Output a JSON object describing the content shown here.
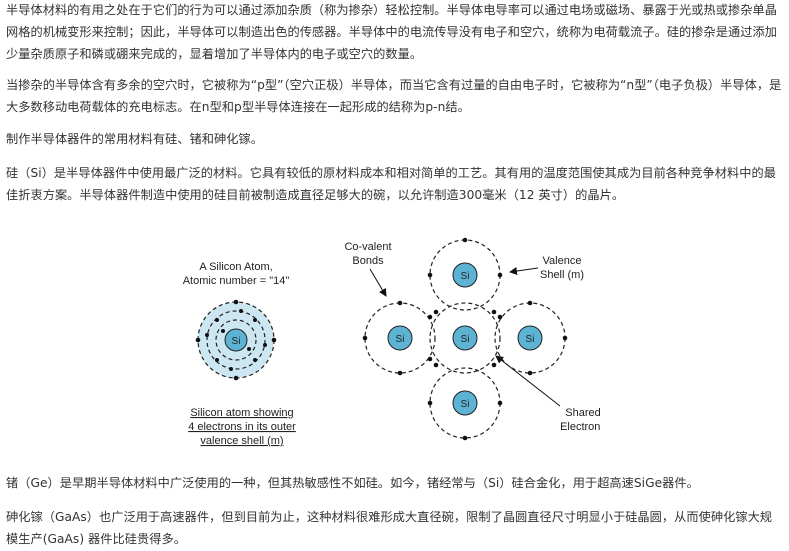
{
  "paragraphs": [
    "半导体材料的有用之处在于它们的行为可以通过添加杂质（称为掺杂）轻松控制。半导体电导率可以通过电场或磁场、暴露于光或热或掺杂单晶网格的机械变形来控制；因此，半导体可以制造出色的传感器。半导体中的电流传导没有电子和空穴，统称为电荷载流子。硅的掺杂是通过添加少量杂质原子和磷或硼来完成的，显着增加了半导体内的电子或空穴的数量。",
    "当掺杂的半导体含有多余的空穴时，它被称为“p型”（空穴正极）半导体，而当它含有过量的自由电子时，它被称为“n型”（电子负极）半导体，是大多数移动电荷载体的充电标志。在n型和p型半导体连接在一起形成的结称为p-n结。",
    "制作半导体器件的常用材料有硅、锗和砷化镓。",
    "硅（Si）是半导体器件中使用最广泛的材料。它具有较低的原材料成本和相对简单的工艺。其有用的温度范围使其成为目前各种竞争材料中的最佳折衷方案。半导体器件制造中使用的硅目前被制造成直径足够大的碗，以允许制造300毫米（12 英寸）的晶片。",
    "锗（Ge）是早期半导体材料中广泛使用的一种，但其热敏感性不如硅。如今，锗经常与（Si）硅合金化，用于超高速SiGe器件。",
    "砷化镓（GaAs）也广泛用于高速器件，但到目前为止，这种材料很难形成大直径碗，限制了晶圆直径尺寸明显小于硅晶圆，从而使砷化镓大规模生产(GaAs) 器件比硅贵得多。"
  ],
  "figure": {
    "atom_title_line1": "A Silicon Atom,",
    "atom_title_line2": "Atomic number = \"14\"",
    "atom_symbol": "Si",
    "caption_line1": "Silicon atom showing",
    "caption_line2": "4 electrons in its outer",
    "caption_line3": "valence shell (m)",
    "covalent_line1": "Co-valent",
    "covalent_line2": "Bonds",
    "valence_line1": "Valence",
    "valence_line2": "Shell (m)",
    "shared_line1": "Shared",
    "shared_line2": "Electrons",
    "lattice_symbol": "Si",
    "colors": {
      "nucleus_fill": "#5db3d4",
      "shell_fill": "#cde7f2",
      "text": "#333333"
    }
  }
}
